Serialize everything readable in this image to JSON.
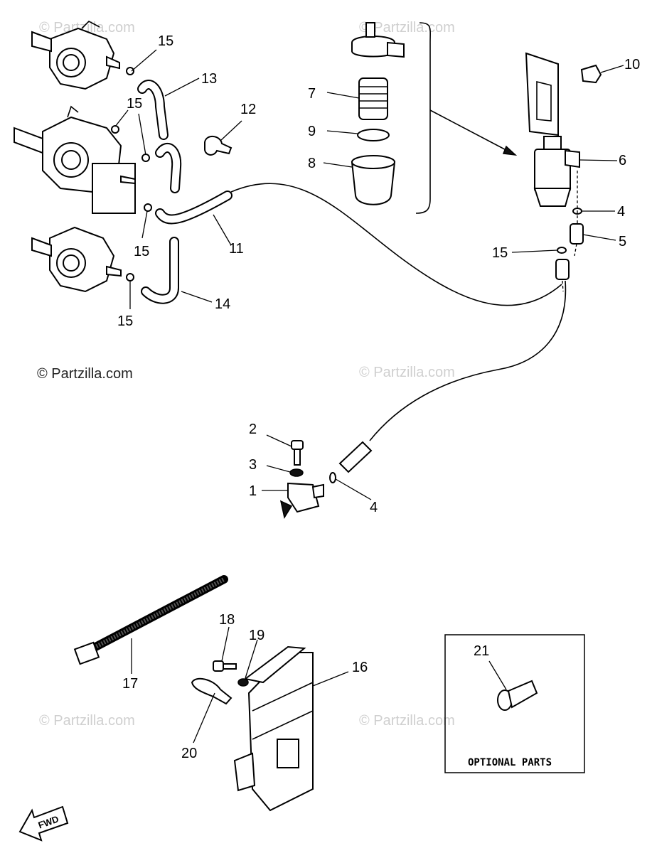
{
  "copyright": "© Partzilla.com",
  "watermark": "© Partzilla.com",
  "optional_parts_label": "OPTIONAL PARTS",
  "fwd_label": "FWD",
  "callouts": [
    "1",
    "2",
    "3",
    "4",
    "4",
    "5",
    "6",
    "7",
    "8",
    "9",
    "10",
    "11",
    "12",
    "13",
    "14",
    "15",
    "15",
    "15",
    "15",
    "15",
    "16",
    "17",
    "18",
    "19",
    "20",
    "21"
  ]
}
